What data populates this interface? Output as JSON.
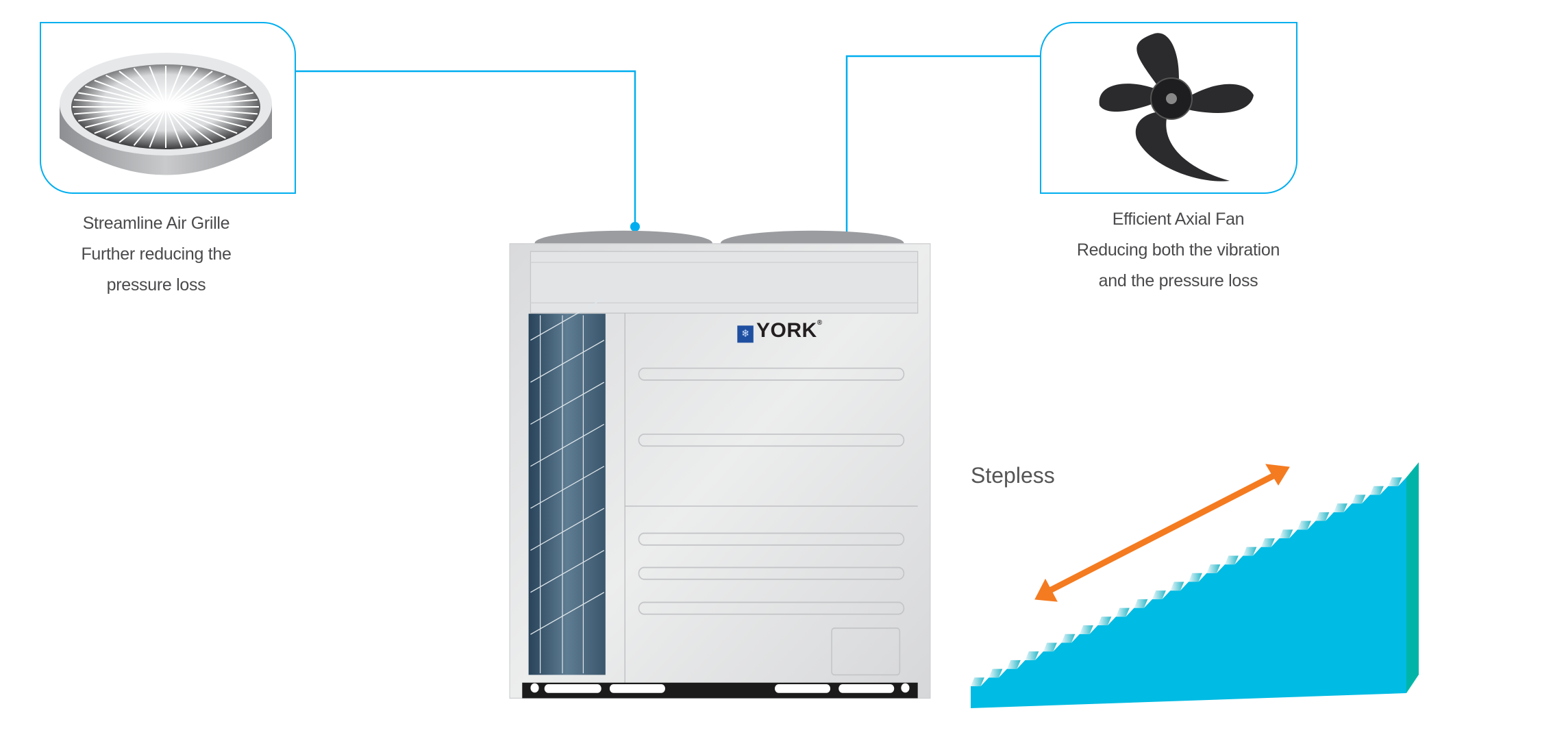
{
  "features": [
    {
      "id": "air-grille",
      "title": "Streamline Air Grille",
      "lines": [
        "Further reducing the",
        "pressure loss"
      ]
    },
    {
      "id": "axial-fan",
      "title": "Efficient Axial Fan",
      "lines": [
        "Reducing both the vibration",
        "and the pressure loss"
      ]
    }
  ],
  "unit": {
    "brand": "YORK",
    "brand_mark": "®"
  },
  "stepless": {
    "label": "Stepless"
  },
  "colors": {
    "accent": "#00aeef",
    "orange": "#f47b20",
    "stair_blue": "#00bbe3",
    "stair_side": "#00b5a8",
    "text": "#4a4a4c"
  }
}
